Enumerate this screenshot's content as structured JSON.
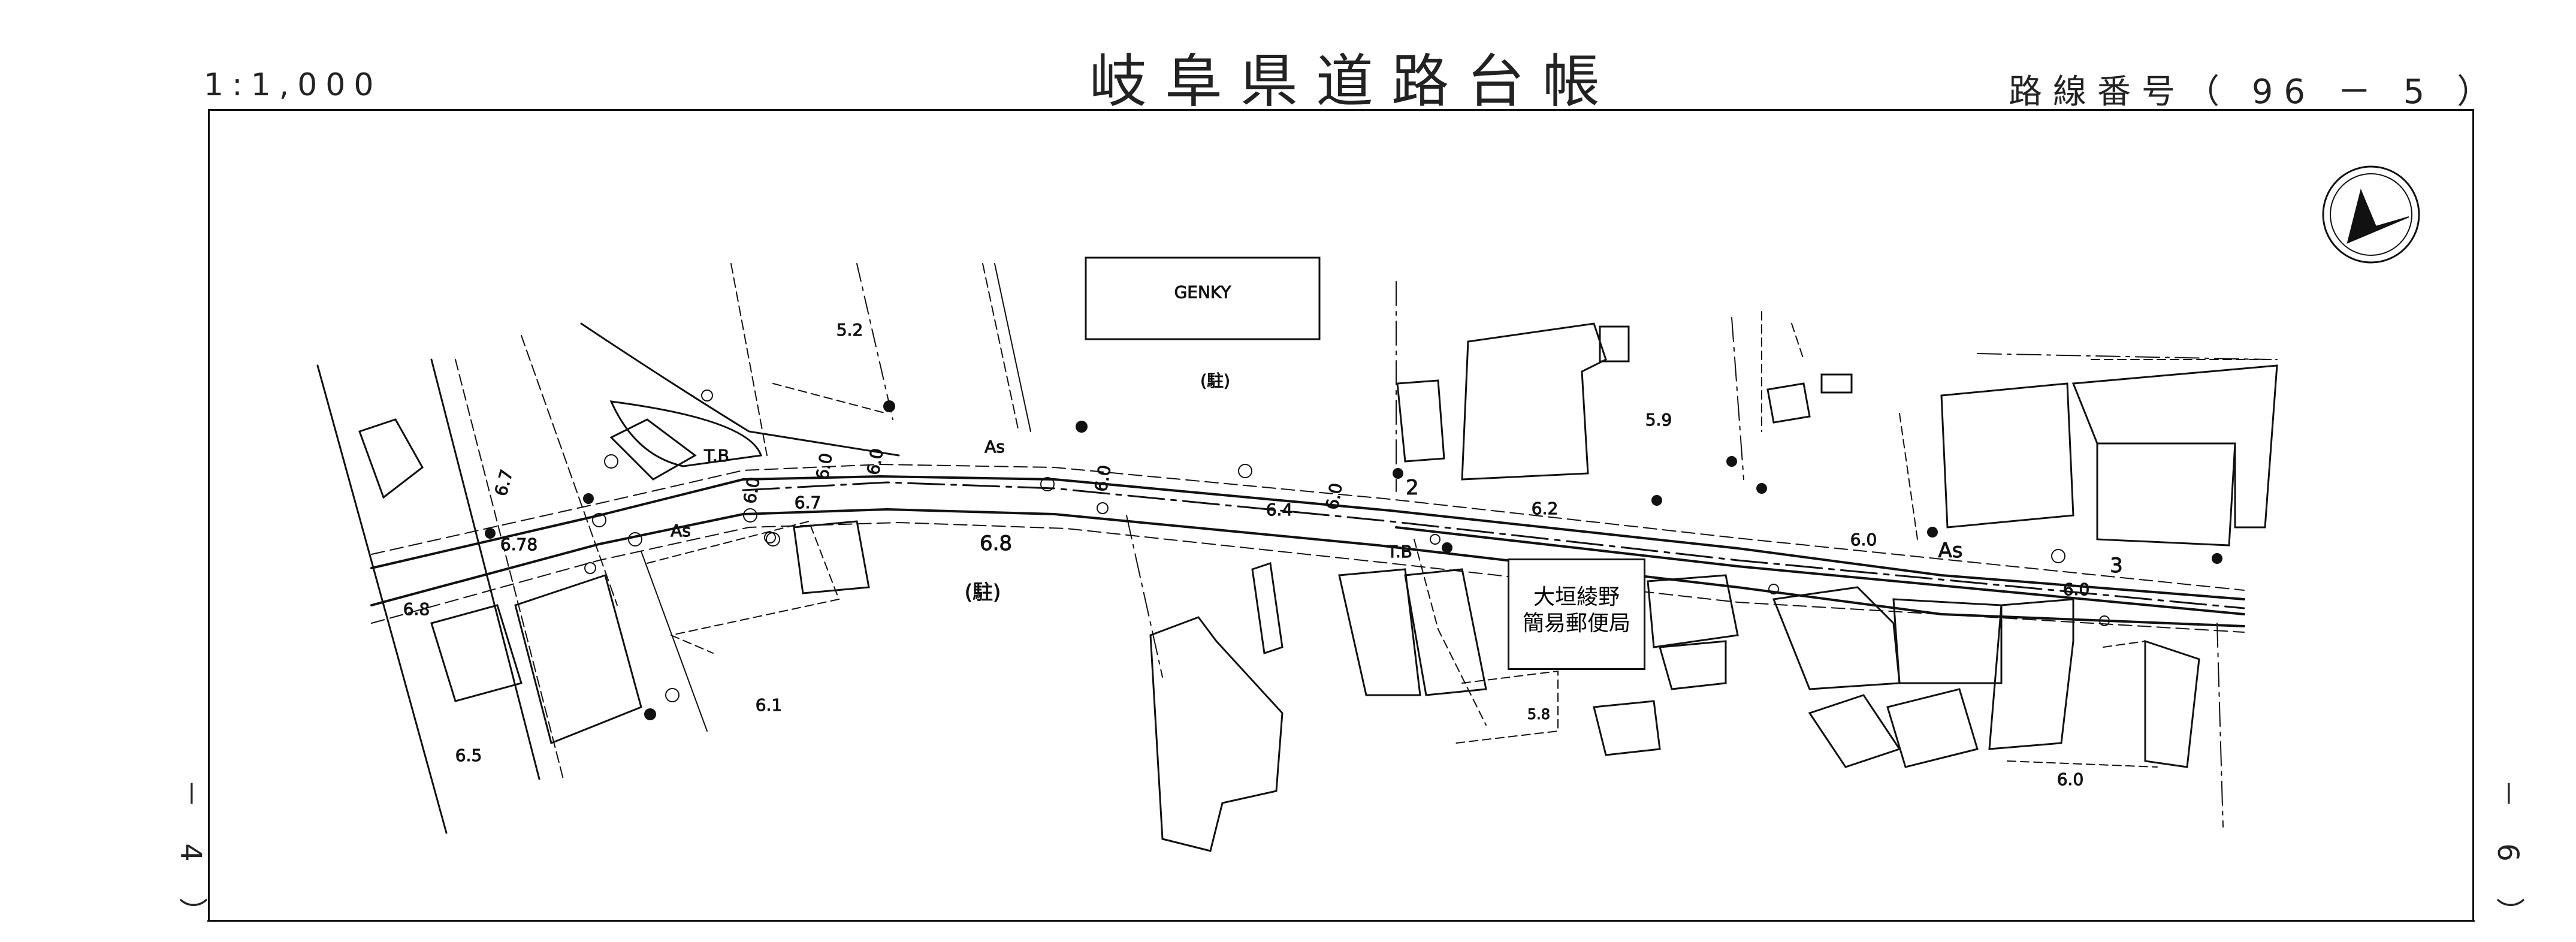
{
  "header": {
    "scale": "1:1,000",
    "title": "岐阜県道路台帳",
    "route_number": "路線番号（ 96 － 5 ）"
  },
  "margin": {
    "left_sheet_ref": "－ 4 ）",
    "right_sheet_ref": "－ 6 ）"
  },
  "post_office": {
    "line1": "大垣綾野",
    "line2": "簡易郵便局"
  },
  "map_labels": {
    "store": "GENKY",
    "parking_1": "(駐)",
    "parking_2": "(駐)",
    "asphalt_1": "As",
    "asphalt_2": "As",
    "asphalt_3": "As",
    "tb_1": "T.B",
    "tb_2": "T.B",
    "w_5_2": "5.2",
    "w_5_9": "5.9",
    "w_6_7a": "6.7",
    "w_6_7b": "6.7",
    "w_6_78": "6.78",
    "w_6_8a": "6.8",
    "w_6_8b": "6.8",
    "w_6_0a": "6.0",
    "w_6_0b": "6.0",
    "w_6_0c": "6.0",
    "w_6_0d": "6.0",
    "w_6_0e": "6.0",
    "w_6_0f": "6.0",
    "w_6_0g": "6.0",
    "w_6_0h": "6.0",
    "w_6_4": "6.4",
    "w_6_2": "6.2",
    "w_6_1": "6.1",
    "w_6_5": "6.5",
    "w_5_8": "5.8",
    "km_2": "2",
    "km_3": "3"
  },
  "icons": {
    "north_arrow": "north-arrow-icon",
    "utility_pole": "utility-pole-icon",
    "telephone_pole": "telephone-pole-icon",
    "hydrant": "hydrant-icon"
  }
}
